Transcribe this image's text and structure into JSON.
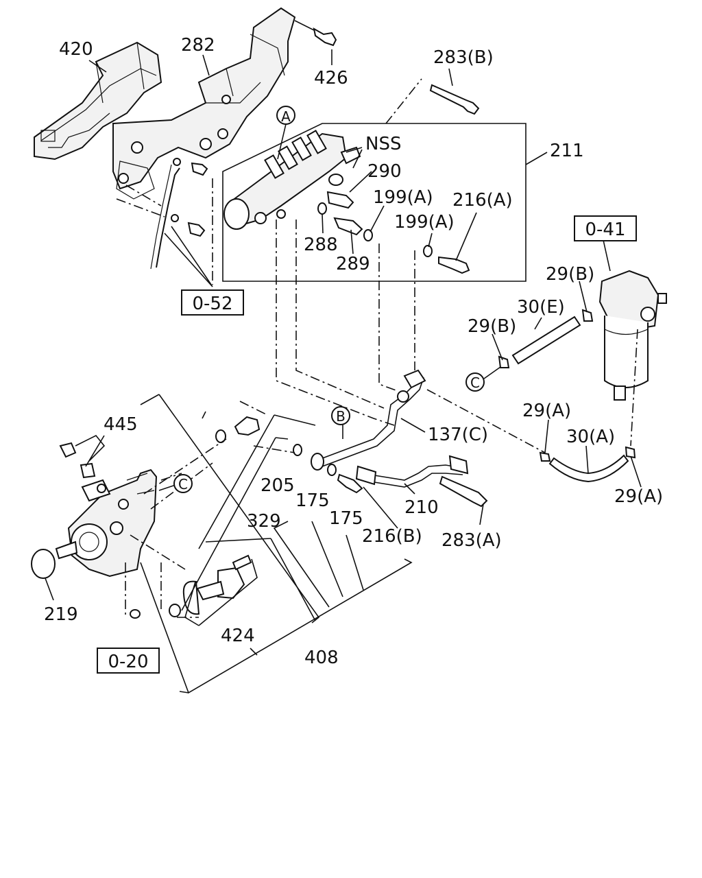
{
  "labels": {
    "p420": "420",
    "p282": "282",
    "p426": "426",
    "p283b": "283(B)",
    "nss": "NSS",
    "p211": "211",
    "p290": "290",
    "p199a_1": "199(A)",
    "p216a": "216(A)",
    "p199a_2": "199(A)",
    "p288": "288",
    "p289": "289",
    "p29b_1": "29(B)",
    "p30e": "30(E)",
    "p29b_2": "29(B)",
    "p29a_1": "29(A)",
    "p30a": "30(A)",
    "p29a_2": "29(A)",
    "p445": "445",
    "p137c": "137(C)",
    "p205": "205",
    "p175_1": "175",
    "p175_2": "175",
    "p210": "210",
    "p329": "329",
    "p216b": "216(B)",
    "p283a": "283(A)",
    "p219": "219",
    "p424": "424",
    "p408": "408"
  },
  "refs": {
    "o52": "0-52",
    "o41": "0-41",
    "o20": "0-20"
  },
  "markers": {
    "a": "A",
    "b": "B",
    "c1": "C",
    "c2": "C"
  }
}
